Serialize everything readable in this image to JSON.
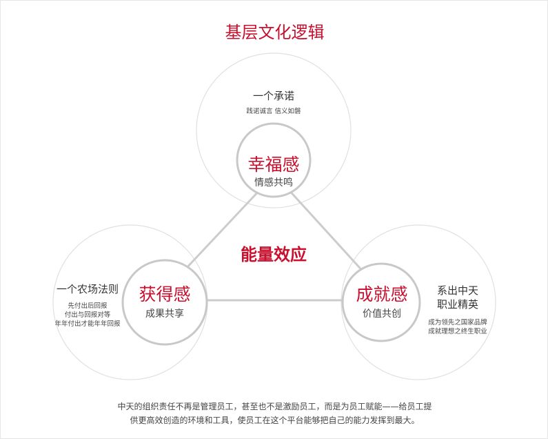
{
  "title": "基层文化逻辑",
  "center": "能量效应",
  "nodes": {
    "top": {
      "name": "幸福感",
      "sub": "情感共鸣",
      "heading": "一个承诺",
      "desc": [
        "践诺诚言  信义如磐"
      ]
    },
    "left": {
      "name": "获得感",
      "sub": "成果共享",
      "heading": "一个农场法则",
      "desc": [
        "先付出后回报",
        "付出与回报对等",
        "年年付出才能年年回报"
      ]
    },
    "right": {
      "name": "成就感",
      "sub": "价值共创",
      "heading": [
        "系出中天",
        "职业精英"
      ],
      "desc": [
        "成为领先之国家品牌",
        "成就理想之终生职业"
      ]
    }
  },
  "footer": [
    "中天的组织责任不再是管理员工，甚至也不是激励员工，而是为员工赋能——给员工提",
    "供更高效创造的环境和工具，使员工在这个平台能够把自己的能力发挥到最大。"
  ],
  "colors": {
    "accent": "#c8102e",
    "outer": "#e0e0e0",
    "inner": "#c8c8c8"
  }
}
